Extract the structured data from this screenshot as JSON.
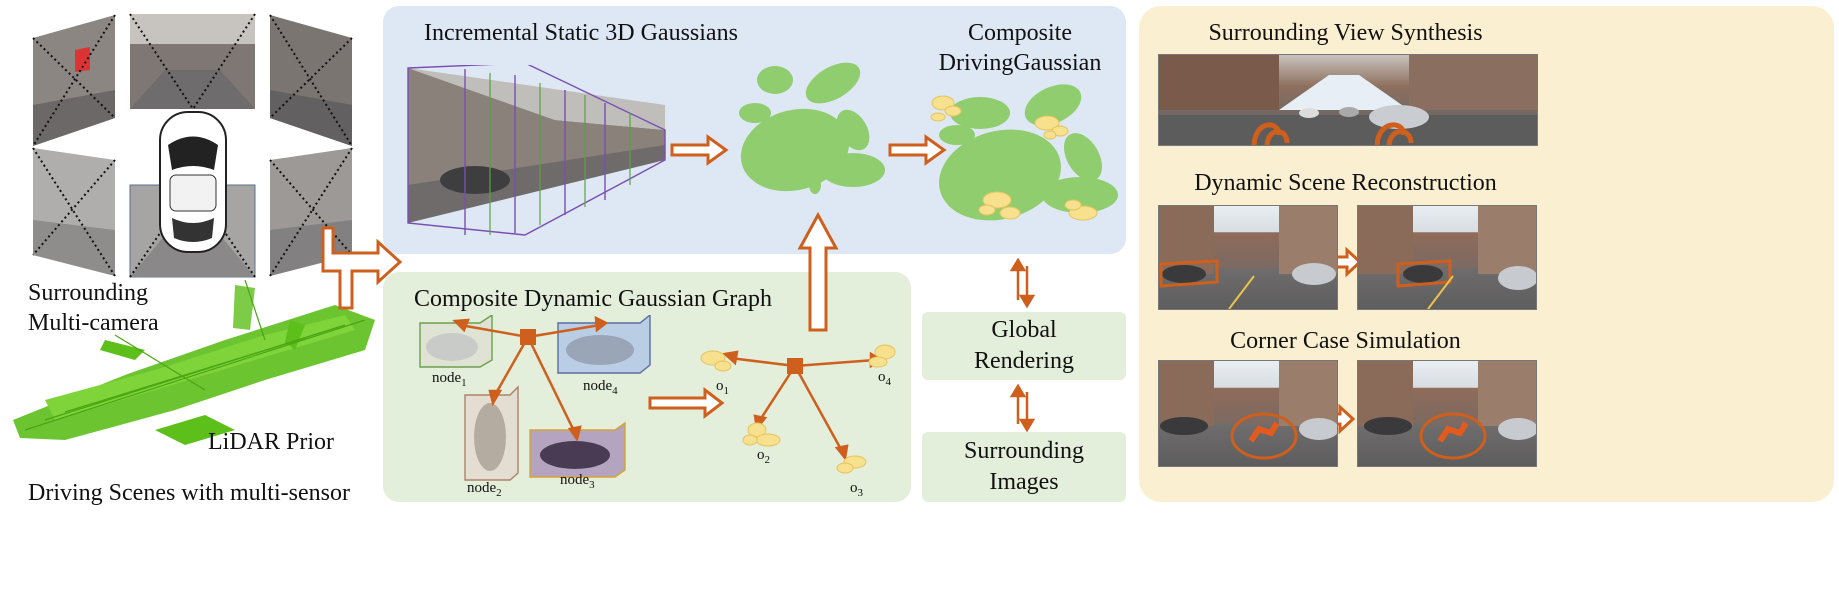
{
  "left": {
    "camera_label_line1": "Surrounding",
    "camera_label_line2": "Multi-camera",
    "lidar_label": "LiDAR Prior",
    "bottom_caption": "Driving Scenes with multi-sensor"
  },
  "static_panel": {
    "title": "Incremental Static 3D Gaussians",
    "composite_line1": "Composite",
    "composite_line2": "DrivingGaussian"
  },
  "graph_panel": {
    "title": "Composite Dynamic Gaussian Graph",
    "nodes": [
      "node",
      "node",
      "node",
      "node"
    ],
    "node_subs": [
      "1",
      "4",
      "2",
      "3"
    ],
    "objects": [
      "o",
      "o",
      "o",
      "o"
    ],
    "object_subs": [
      "1",
      "4",
      "2",
      "3"
    ]
  },
  "middle": {
    "global_line1": "Global",
    "global_line2": "Rendering",
    "images_line1": "Surrounding",
    "images_line2": "Images"
  },
  "right_panel": {
    "section1": "Surrounding View Synthesis",
    "section2": "Dynamic Scene Reconstruction",
    "section3": "Corner Case Simulation"
  },
  "colors": {
    "blue_panel": "#dde8f4",
    "green_panel": "#e3eedb",
    "yellow_panel": "#fbefd2",
    "arrow": "#cf5f1d",
    "gaussian_green": "#8fcd6f",
    "gaussian_yellow": "#f7e08e",
    "lidar": "#5cbf1a"
  }
}
